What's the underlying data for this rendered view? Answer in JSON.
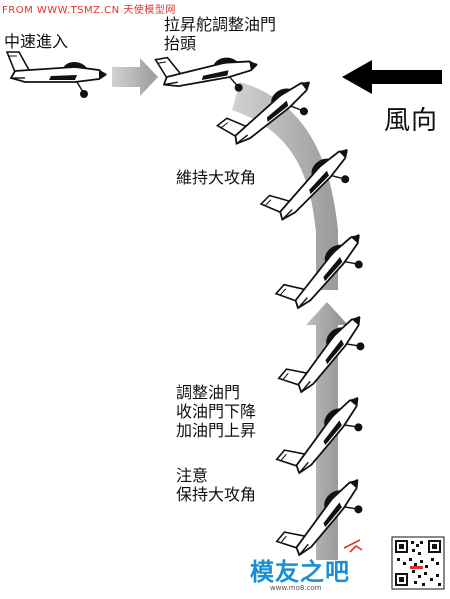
{
  "watermark_top": "FROM WWW.TSMZ.CN 天使模型网",
  "labels": {
    "entry": "中速進入",
    "elevator_lines": [
      "拉昇舵調整油門",
      "抬頭"
    ],
    "maintain": "維持大攻角",
    "adjust_lines": [
      "調整油門",
      "收油門下降",
      "加油門上昇"
    ],
    "attention_lines": [
      "注意",
      "保持大攻角"
    ],
    "wind": "風向"
  },
  "watermark_bottom": {
    "brand": "模友之吧",
    "site": "www.mo8.com"
  },
  "colors": {
    "trail_arrow": "#a8a8a8",
    "wind_arrow": "#000000",
    "watermark_red": "#e0322b",
    "watermark_blue": "#1a8fd1"
  }
}
